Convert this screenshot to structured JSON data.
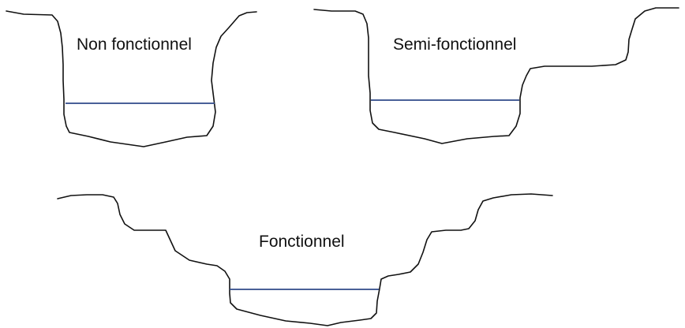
{
  "panels": {
    "non_functional": {
      "label": "Non fonctionnel"
    },
    "semi_functional": {
      "label": "Semi-fonctionnel"
    },
    "functional": {
      "label": "Fonctionnel"
    }
  },
  "colors": {
    "profile_line": "#111111",
    "water_line": "#2f4a8a",
    "background": "#ffffff"
  }
}
